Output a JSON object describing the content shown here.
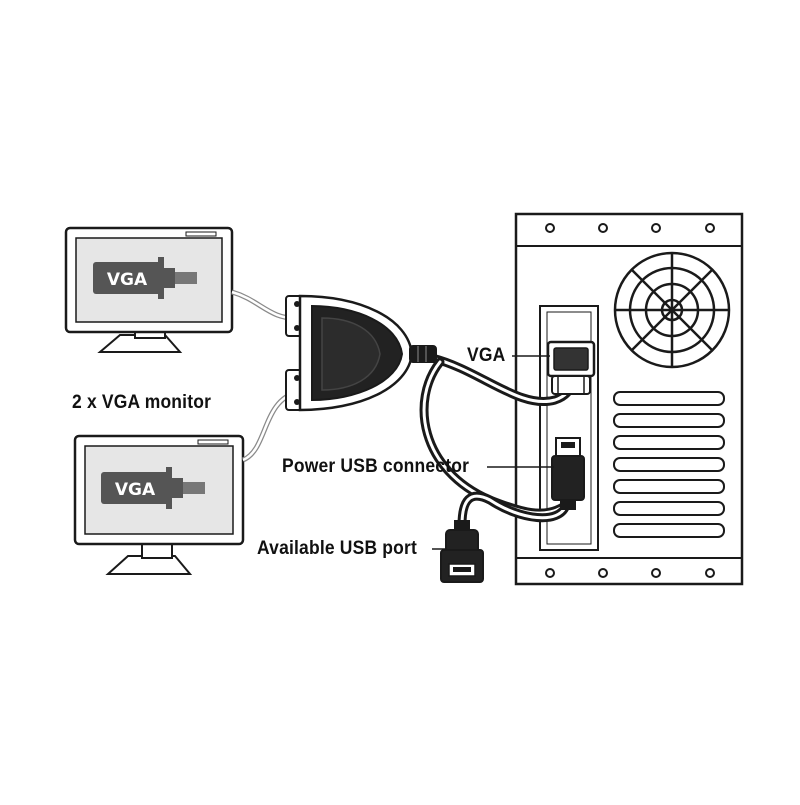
{
  "labels": {
    "monitors": "2 x VGA monitor",
    "vga": "VGA",
    "power_usb": "Power USB connector",
    "available_usb": "Available USB port"
  },
  "screen_text": {
    "top_monitor": "VGA",
    "bottom_monitor": "VGA"
  },
  "colors": {
    "outline": "#1a1a1a",
    "cable": "#1a1a1a",
    "splitter": "#222222",
    "screen_fill": "#e6e6e6",
    "logo_fill": "#555555",
    "thin_cable": "#8a8a8a"
  }
}
